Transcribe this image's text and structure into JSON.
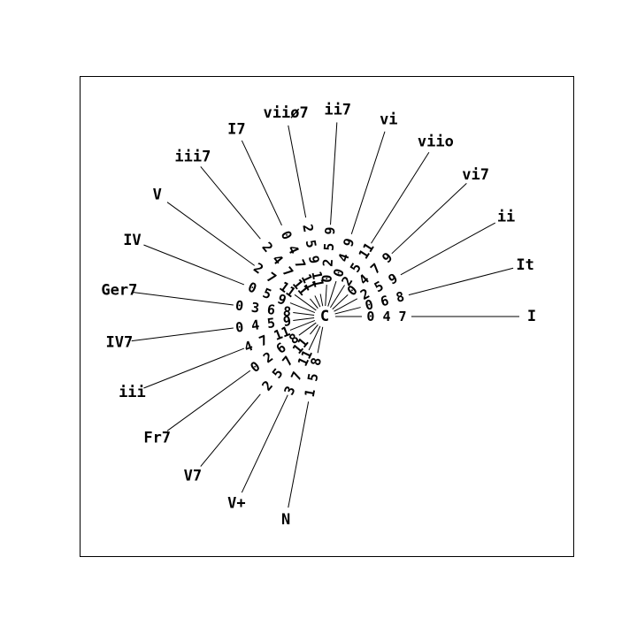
{
  "center_label": "C",
  "spokes": [
    {
      "chord": "I",
      "pcs": "0 4 7",
      "angle": 0.0
    },
    {
      "chord": "It",
      "pcs": "0 6 8",
      "angle": 14.4
    },
    {
      "chord": "ii",
      "pcs": "2 5 9",
      "angle": 28.8
    },
    {
      "chord": "vi7",
      "pcs": "0 4 7 9",
      "angle": 43.2
    },
    {
      "chord": "viio",
      "pcs": "2 5 11",
      "angle": 57.6
    },
    {
      "chord": "vi",
      "pcs": "0 4 9",
      "angle": 72.0
    },
    {
      "chord": "ii7",
      "pcs": "0 2 5 9",
      "angle": 86.4
    },
    {
      "chord": "viiø7",
      "pcs": "2 5 9 11",
      "angle": 100.8
    },
    {
      "chord": "I7",
      "pcs": "0 4 7 11",
      "angle": 115.2
    },
    {
      "chord": "iii7",
      "pcs": "2 4 7 11",
      "angle": 129.6
    },
    {
      "chord": "V",
      "pcs": "2 7 11",
      "angle": 144.0
    },
    {
      "chord": "IV",
      "pcs": "0 5 9",
      "angle": 158.4
    },
    {
      "chord": "Ger7",
      "pcs": "0 3 6 8",
      "angle": 172.8
    },
    {
      "chord": "IV7",
      "pcs": "0 4 5 9",
      "angle": 187.2
    },
    {
      "chord": "iii",
      "pcs": "4 7 11",
      "angle": 201.6
    },
    {
      "chord": "Fr7",
      "pcs": "0 2 6 8",
      "angle": 216.0
    },
    {
      "chord": "V7",
      "pcs": "2 5 7 11",
      "angle": 230.4
    },
    {
      "chord": "V+",
      "pcs": "3 7 11",
      "angle": 244.8
    },
    {
      "chord": "N",
      "pcs": "1 5 8",
      "angle": 259.2
    }
  ]
}
